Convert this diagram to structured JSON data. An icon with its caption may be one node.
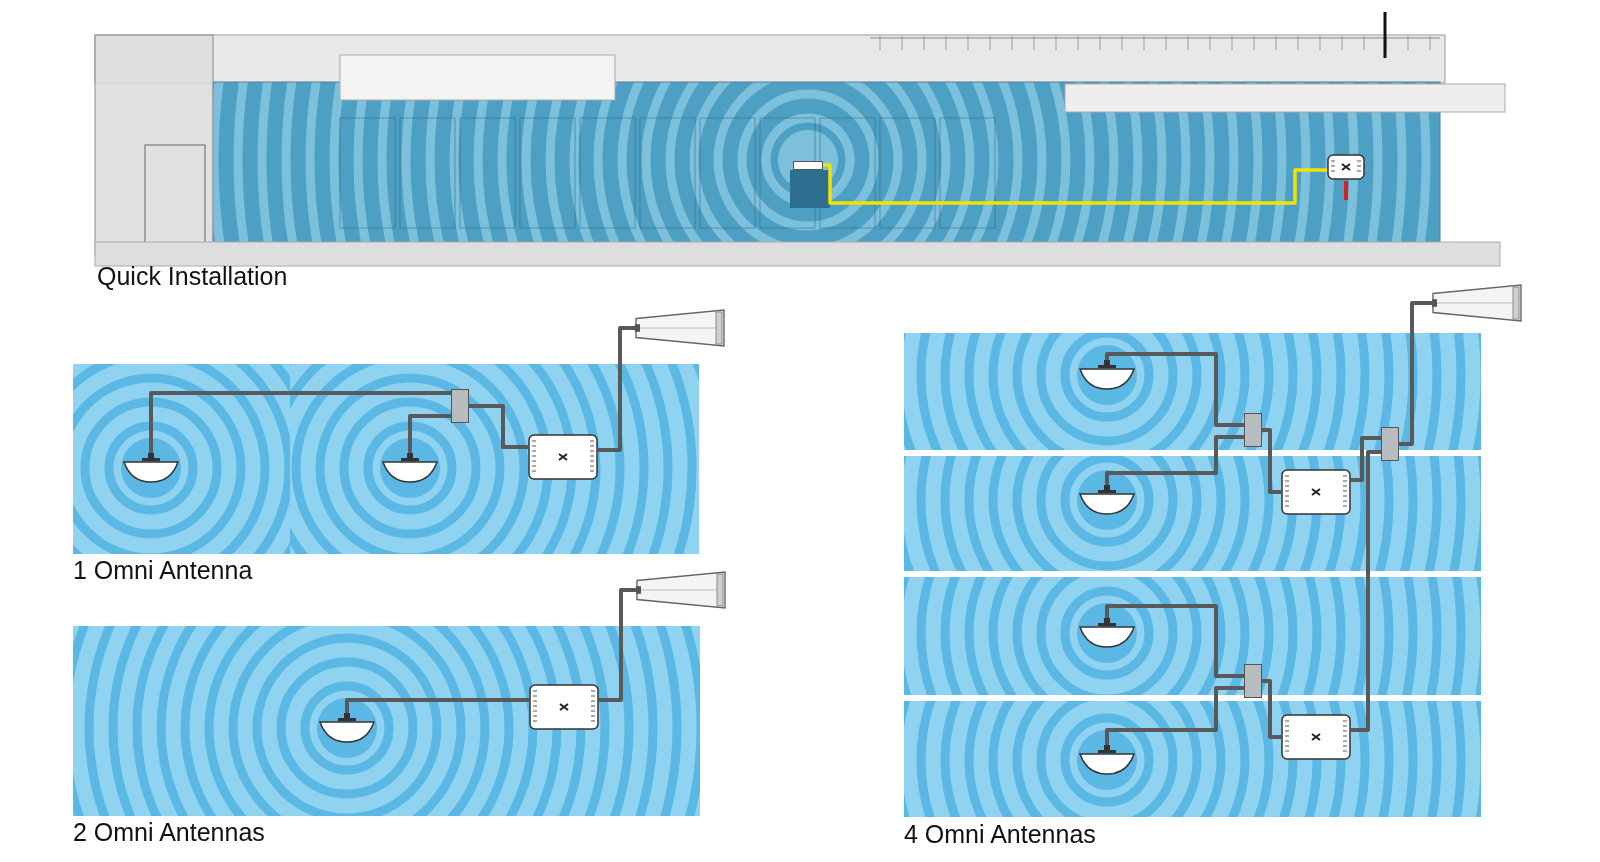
{
  "diagram": {
    "nodes": [
      {
        "text": [],
        "shape": "box"
      },
      {
        "text": [],
        "shape": "picture"
      },
      {
        "text": [],
        "shape": "picture"
      },
      {
        "text": [],
        "shape": "picture"
      },
      {
        "text": [],
        "shape": "box"
      },
      {
        "text": [],
        "shape": "picture"
      },
      {
        "text": [],
        "shape": "picture"
      },
      {
        "text": [],
        "shape": "picture"
      },
      {
        "text": [],
        "shape": "picture"
      },
      {
        "text": [],
        "shape": "picture"
      },
      {
        "text": [],
        "shape": "picture"
      },
      {
        "text": [],
        "shape": "picture"
      },
      {
        "text": [],
        "shape": "picture"
      },
      {
        "text": [],
        "shape": "picture"
      },
      {
        "text": [],
        "shape": "box"
      },
      {
        "text": [],
        "shape": "box"
      },
      {
        "text": [],
        "shape": "picture"
      },
      {
        "text": [],
        "shape": "picture"
      },
      {
        "text": [],
        "shape": "box"
      },
      {
        "text": [],
        "shape": "picture"
      }
    ],
    "edges": [
      {
        "from": 0,
        "to": 1,
        "arrow": "none",
        "color": "#f2e400"
      },
      {
        "from": 2,
        "to": 4,
        "arrow": "none"
      },
      {
        "from": 3,
        "to": 4,
        "arrow": "none"
      },
      {
        "from": 4,
        "to": 5,
        "arrow": "none"
      },
      {
        "from": 5,
        "to": 6,
        "arrow": "none"
      },
      {
        "from": 7,
        "to": 8,
        "arrow": "none"
      },
      {
        "from": 8,
        "to": 9,
        "arrow": "none"
      },
      {
        "from": 10,
        "to": 14,
        "arrow": "none"
      },
      {
        "from": 11,
        "to": 14,
        "arrow": "none"
      },
      {
        "from": 14,
        "to": 16,
        "arrow": "none"
      },
      {
        "from": 12,
        "to": 15,
        "arrow": "none"
      },
      {
        "from": 13,
        "to": 15,
        "arrow": "none"
      },
      {
        "from": 15,
        "to": 17,
        "arrow": "none"
      },
      {
        "from": 16,
        "to": 18,
        "arrow": "none"
      },
      {
        "from": 17,
        "to": 18,
        "arrow": "none"
      },
      {
        "from": 18,
        "to": 19,
        "arrow": "none"
      }
    ],
    "labels": [
      "Quick Installation",
      "1 Omni Antenna",
      "2 Omni Antennas",
      "4 Omni Antennas"
    ]
  }
}
